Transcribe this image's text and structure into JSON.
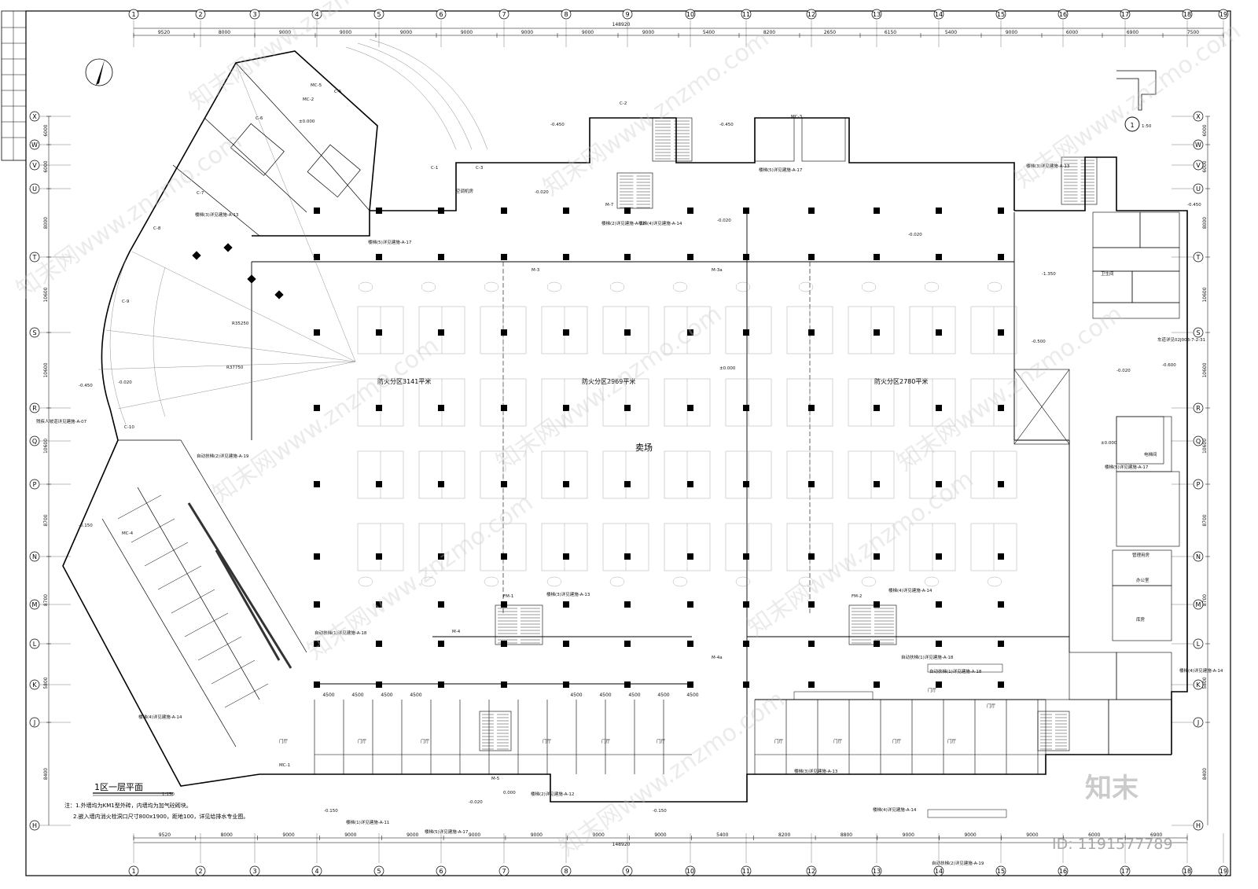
{
  "drawing": {
    "title": "1区一层平面",
    "scale": "1:150",
    "main_hall": "卖场",
    "detail_mark": "1",
    "detail_scale": "1:50",
    "notes": [
      "注：1.外墙均为KM1型外砖，内墙均为加气砼砌块。",
      "2.嵌入墙内消火栓洞口尺寸800x1900，距地100，详见给排水专业图。"
    ]
  },
  "fire_zones": [
    {
      "label": "防火分区3141平米"
    },
    {
      "label": "防火分区2969平米"
    },
    {
      "label": "防火分区2780平米"
    }
  ],
  "axes": {
    "columns": [
      "1",
      "2",
      "3",
      "4",
      "5",
      "6",
      "7",
      "8",
      "9",
      "10",
      "11",
      "12",
      "13",
      "14",
      "15",
      "16",
      "17",
      "18",
      "19"
    ],
    "column_x": [
      170,
      255,
      324,
      403,
      482,
      561,
      641,
      720,
      798,
      878,
      949,
      1032,
      1115,
      1194,
      1273,
      1352,
      1431,
      1510,
      1590
    ],
    "column_positions_data_units": "mm",
    "rows": [
      "X",
      "W",
      "V",
      "U",
      "T",
      "S",
      "R",
      "Q",
      "P",
      "N",
      "M",
      "L",
      "K",
      "J",
      "H"
    ],
    "rows_rendered": true
  },
  "dimensions": {
    "top_total": "148920",
    "bottom_total": "148920",
    "top_row1": [
      "9520",
      "8000",
      "9000",
      "9000",
      "9000",
      "9000",
      "9000",
      "9000",
      "9000",
      "5400",
      "8200",
      "2650",
      "6150",
      "5400",
      "9000",
      "6000",
      "6900",
      "7500"
    ],
    "bottom_row1": [
      "9520",
      "8000",
      "9000",
      "9000",
      "9000",
      "9000",
      "9000",
      "9000",
      "9000",
      "5400",
      "8200",
      "8800",
      "9000",
      "9000",
      "9000",
      "6000",
      "6900"
    ],
    "left_row": [
      "6000",
      "6000",
      "8000",
      "10600",
      "10600",
      "10600",
      "8700",
      "8700",
      "5800",
      "8400"
    ],
    "right_row": [
      "6000",
      "6000",
      "8000",
      "10600",
      "10600",
      "10600",
      "8700",
      "8700",
      "5800",
      "8400"
    ],
    "inner_bays": [
      "4500",
      "4500",
      "4500",
      "4500",
      "4500",
      "4500",
      "4500",
      "4500",
      "4500"
    ]
  },
  "elevations": [
    "±0.000",
    "-0.020",
    "-0.450",
    "-0.150",
    "0.000",
    "-1.350",
    "-0.500",
    "-0.600"
  ],
  "room_labels": [
    "门厅",
    "门厅",
    "门厅",
    "门厅",
    "门厅",
    "门厅",
    "门厅",
    "门厅",
    "门厅",
    "门厅",
    "门厅",
    "门厅",
    "空调机房",
    "卫生间",
    "电梯间",
    "办公室",
    "库房",
    "管理用房"
  ],
  "door_tags": [
    "M-3",
    "M-3a",
    "M-4",
    "M-4a",
    "M-5",
    "M-7",
    "MC-1",
    "MC-2",
    "MC-3",
    "MC-4",
    "MC-5",
    "FM-1",
    "FM-2",
    "C-1",
    "C-2",
    "C-3",
    "C-5",
    "C-6",
    "C-7",
    "C-8",
    "C-9",
    "C-10"
  ],
  "callouts": [
    "楼梯(1)详见建施-A-11",
    "楼梯(2)详见建施-A-12",
    "楼梯(3)详见建施-A-13",
    "楼梯(4)详见建施-A-14",
    "楼梯(5)详见建施-A-17",
    "自动扶梯(1)详见建施-A-18",
    "自动扶梯(2)详见建施-A-19",
    "残疾人坡道详见建施-A-07",
    "车道详见02J003-7-2-31",
    "R35250",
    "R37750"
  ],
  "watermarks": [
    "知末网www.znzmo.com"
  ],
  "brand": {
    "logo": "知末",
    "id_text": "ID: 1191577789"
  },
  "colors": {
    "line": "#000000",
    "grid": "#555555",
    "hatch": "#777777",
    "watermark": "#c8c8c8"
  }
}
